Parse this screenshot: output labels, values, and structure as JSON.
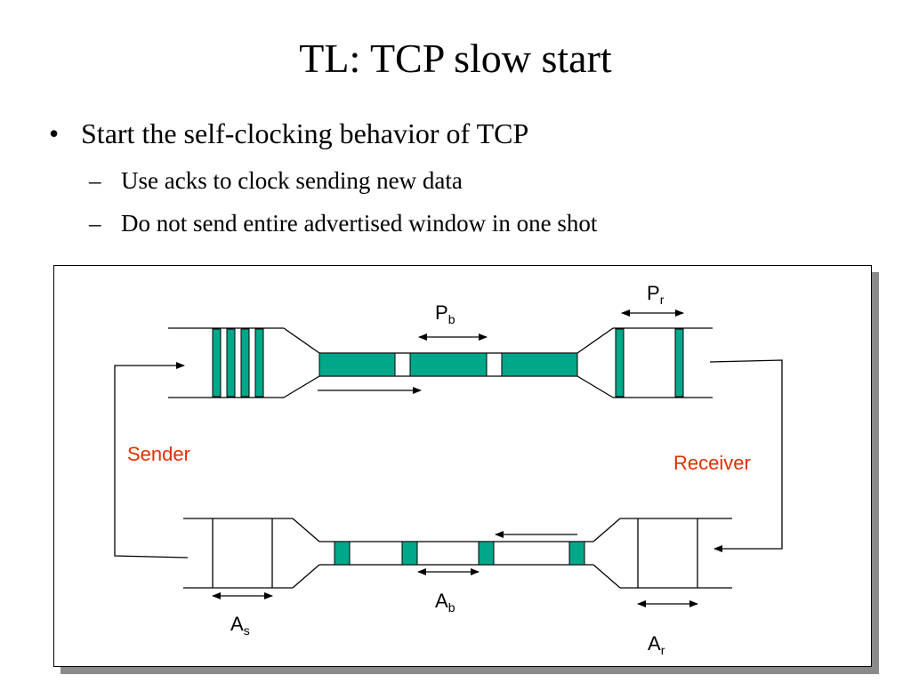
{
  "slide": {
    "title": "TL: TCP slow start",
    "bullet_symbol": "•",
    "bullet": "Start the self-clocking behavior of TCP",
    "sub_dash": "–",
    "sub_bullets": [
      "Use acks to clock sending new data",
      "Do not send entire advertised window in one shot"
    ]
  },
  "diagram": {
    "labels": {
      "sender": "Sender",
      "receiver": "Receiver",
      "pb": "P",
      "pb_sub": "b",
      "pr": "P",
      "pr_sub": "r",
      "ab": "A",
      "ab_sub": "b",
      "as": "A",
      "as_sub": "s",
      "ar": "A",
      "ar_sub": "r"
    },
    "colors": {
      "packet": "#00a88a",
      "endpoint_label": "#e03000",
      "line": "#000000"
    }
  }
}
